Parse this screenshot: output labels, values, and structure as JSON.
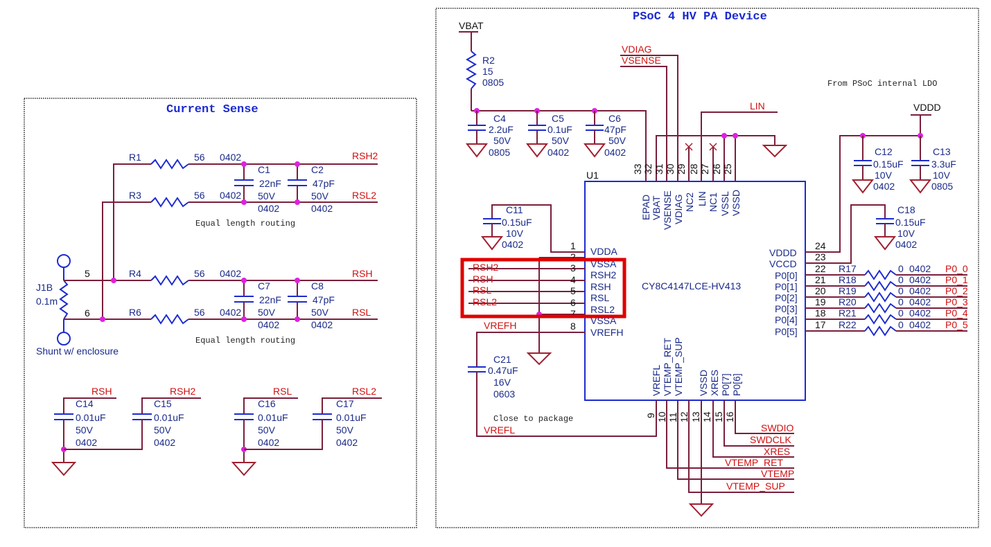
{
  "left": {
    "title": "Current Sense",
    "routing_note": "Equal length routing",
    "connector": {
      "ref": "J1B",
      "value": "0.1m",
      "desc": "Shunt w/ enclosure",
      "pin_top": "5",
      "pin_bottom": "6"
    },
    "resistors": [
      {
        "ref": "R1",
        "value": "56",
        "pkg": "0402",
        "net": "RSH2"
      },
      {
        "ref": "R3",
        "value": "56",
        "pkg": "0402",
        "net": "RSL2"
      },
      {
        "ref": "R4",
        "value": "56",
        "pkg": "0402",
        "net": "RSH"
      },
      {
        "ref": "R6",
        "value": "56",
        "pkg": "0402",
        "net": "RSL"
      }
    ],
    "caps_top": [
      {
        "ref": "C1",
        "value": "22nF",
        "voltage": "50V",
        "pkg": "0402"
      },
      {
        "ref": "C2",
        "value": "47pF",
        "voltage": "50V",
        "pkg": "0402"
      }
    ],
    "caps_mid": [
      {
        "ref": "C7",
        "value": "22nF",
        "voltage": "50V",
        "pkg": "0402"
      },
      {
        "ref": "C8",
        "value": "47pF",
        "voltage": "50V",
        "pkg": "0402"
      }
    ],
    "caps_bottom": [
      {
        "ref": "C14",
        "value": "0.01uF",
        "voltage": "50V",
        "pkg": "0402",
        "net": "RSH"
      },
      {
        "ref": "C15",
        "value": "0.01uF",
        "voltage": "50V",
        "pkg": "0402",
        "net": "RSH2"
      },
      {
        "ref": "C16",
        "value": "0.01uF",
        "voltage": "50V",
        "pkg": "0402",
        "net": "RSL"
      },
      {
        "ref": "C17",
        "value": "0.01uF",
        "voltage": "50V",
        "pkg": "0402",
        "net": "RSL2"
      }
    ]
  },
  "right": {
    "title": "PSoC 4 HV PA Device",
    "vbat": {
      "net": "VBAT",
      "r_ref": "R2",
      "r_value": "15",
      "r_pkg": "0805"
    },
    "vbat_caps": [
      {
        "ref": "C4",
        "value": "2.2uF",
        "voltage": "50V",
        "pkg": "0805"
      },
      {
        "ref": "C5",
        "value": "0.1uF",
        "voltage": "50V",
        "pkg": "0402"
      },
      {
        "ref": "C6",
        "value": "47pF",
        "voltage": "50V",
        "pkg": "0402"
      }
    ],
    "top_nets": {
      "vdiag": "VDIAG",
      "vsense": "VSENSE",
      "lin": "LIN"
    },
    "ldo_note": "From PSoC internal LDO",
    "vddd": {
      "net": "VDDD"
    },
    "vddd_caps": [
      {
        "ref": "C12",
        "value": "0.15uF",
        "voltage": "10V",
        "pkg": "0402"
      },
      {
        "ref": "C13",
        "value": "3.3uF",
        "voltage": "10V",
        "pkg": "0805"
      }
    ],
    "c18": {
      "ref": "C18",
      "value": "0.15uF",
      "voltage": "10V",
      "pkg": "0402"
    },
    "c11": {
      "ref": "C11",
      "value": "0.15uF",
      "voltage": "10V",
      "pkg": "0402"
    },
    "c21": {
      "ref": "C21",
      "value": "0.47uF",
      "voltage": "16V",
      "pkg": "0603"
    },
    "close_note": "Close to package",
    "ic": {
      "ref": "U1",
      "part": "CY8C4147LCE-HV413"
    },
    "top_pins": [
      {
        "num": "33",
        "name": "EPAD"
      },
      {
        "num": "32",
        "name": "VBAT"
      },
      {
        "num": "31",
        "name": "VSENSE"
      },
      {
        "num": "30",
        "name": "VDIAG"
      },
      {
        "num": "29",
        "name": "NC2"
      },
      {
        "num": "28",
        "name": "LIN"
      },
      {
        "num": "27",
        "name": "NC1"
      },
      {
        "num": "26",
        "name": "VSSL"
      },
      {
        "num": "25",
        "name": "VSSD"
      }
    ],
    "left_pins": [
      {
        "num": "1",
        "name": "VDDA",
        "net": ""
      },
      {
        "num": "2",
        "name": "VSSA",
        "net": ""
      },
      {
        "num": "3",
        "name": "RSH2",
        "net": "RSH2"
      },
      {
        "num": "4",
        "name": "RSH",
        "net": "RSH"
      },
      {
        "num": "5",
        "name": "RSL",
        "net": "RSL"
      },
      {
        "num": "6",
        "name": "RSL2",
        "net": "RSL2"
      },
      {
        "num": "7",
        "name": "VSSA",
        "net": ""
      },
      {
        "num": "8",
        "name": "VREFH",
        "net": "VREFH"
      }
    ],
    "right_pins": [
      {
        "num": "24",
        "name": "VDDD"
      },
      {
        "num": "23",
        "name": "VCCD"
      },
      {
        "num": "22",
        "name": "P0[0]",
        "r_ref": "R17",
        "r_val": "0",
        "r_pkg": "0402",
        "net": "P0_0"
      },
      {
        "num": "21",
        "name": "P0[1]",
        "r_ref": "R18",
        "r_val": "0",
        "r_pkg": "0402",
        "net": "P0_1"
      },
      {
        "num": "20",
        "name": "P0[2]",
        "r_ref": "R19",
        "r_val": "0",
        "r_pkg": "0402",
        "net": "P0_2"
      },
      {
        "num": "19",
        "name": "P0[3]",
        "r_ref": "R20",
        "r_val": "0",
        "r_pkg": "0402",
        "net": "P0_3"
      },
      {
        "num": "18",
        "name": "P0[4]",
        "r_ref": "R21",
        "r_val": "0",
        "r_pkg": "0402",
        "net": "P0_4"
      },
      {
        "num": "17",
        "name": "P0[5]",
        "r_ref": "R22",
        "r_val": "0",
        "r_pkg": "0402",
        "net": "P0_5"
      }
    ],
    "bottom_pins": [
      {
        "num": "9",
        "name": "VREFL"
      },
      {
        "num": "10",
        "name": "VTEMP_RET"
      },
      {
        "num": "11",
        "name": "VTEMP_SUP"
      },
      {
        "num": "12",
        "name": "VSSD"
      },
      {
        "num": "13",
        "name": "XRES"
      },
      {
        "num": "14",
        "name": "P0[7]"
      },
      {
        "num": "15",
        "name": "P0[6]"
      },
      {
        "num": "16",
        "name": ""
      }
    ],
    "bottom_nets": [
      "SWDIO",
      "SWDCLK",
      "XRES",
      "VTEMP_RET",
      "VTEMP",
      "VTEMP_SUP"
    ],
    "vrefl_net": "VREFL"
  }
}
